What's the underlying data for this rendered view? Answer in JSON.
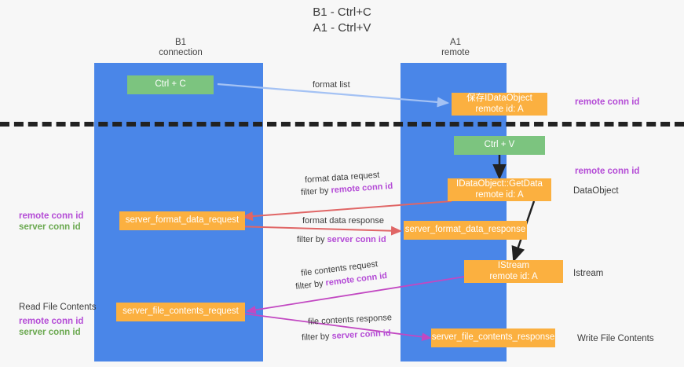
{
  "title": {
    "line1": "B1 - Ctrl+C",
    "line2": "A1 - Ctrl+V"
  },
  "lanes": [
    {
      "id": "b1",
      "name": "B1",
      "sub": "connection",
      "color": "#4a86e8"
    },
    {
      "id": "a1",
      "name": "A1",
      "sub": "remote",
      "color": "#4a86e8"
    }
  ],
  "boxes": {
    "ctrl_c": {
      "label": "Ctrl + C",
      "color": "#7cc47f"
    },
    "ctrl_v": {
      "label": "Ctrl + V",
      "color": "#7cc47f"
    },
    "save_dataobject": {
      "line1": "保存IDataObject",
      "line2": "remote id: A",
      "color": "#fbb040"
    },
    "getdata": {
      "line1": "IDataObject::GetData",
      "line2": "remote id: A",
      "color": "#fbb040"
    },
    "format_data_request": {
      "label": "server_format_data_request",
      "color": "#fbb040"
    },
    "format_data_response": {
      "label": "server_format_data_response",
      "color": "#fbb040"
    },
    "istream": {
      "line1": "IStream",
      "line2": "remote id: A",
      "color": "#fbb040"
    },
    "file_contents_request": {
      "label": "server_file_contents_request",
      "color": "#fbb040"
    },
    "file_contents_response": {
      "label": "server_file_contents_response",
      "color": "#fbb040"
    }
  },
  "mid_labels": {
    "format_list": "format list",
    "format_data_request": "format data request",
    "format_data_request_filter_prefix": "filter by ",
    "format_data_request_filter_key": "remote conn id",
    "format_data_response": "format data response",
    "format_data_response_filter_prefix": "filter by ",
    "format_data_response_filter_key": "server conn id",
    "file_contents_request": "file contents request",
    "file_contents_request_filter_prefix": "filter by ",
    "file_contents_request_filter_key": "remote conn id",
    "file_contents_response": "file contents response",
    "file_contents_response_filter_prefix": "filter by ",
    "file_contents_response_filter_key": "server conn id"
  },
  "left_labels": {
    "mid_remote": "remote conn id",
    "mid_server": "server conn id",
    "read_file_contents": "Read File Contents",
    "low_remote": "remote conn id",
    "low_server": "server conn id"
  },
  "right_labels": {
    "top_remote": "remote conn id",
    "second_remote": "remote conn id",
    "dataobject": "DataObject",
    "istream": "Istream",
    "write_file_contents": "Write File Contents"
  },
  "colors": {
    "lane": "#4a86e8",
    "green_box": "#7cc47f",
    "orange_box": "#fbb040",
    "purple_text": "#b44bd6",
    "green_text": "#6aa84f",
    "arrow_blue": "#a4c2f4",
    "arrow_red": "#e06666",
    "arrow_magenta": "#c248c2",
    "arrow_black": "#222222",
    "background": "#f7f7f7"
  }
}
